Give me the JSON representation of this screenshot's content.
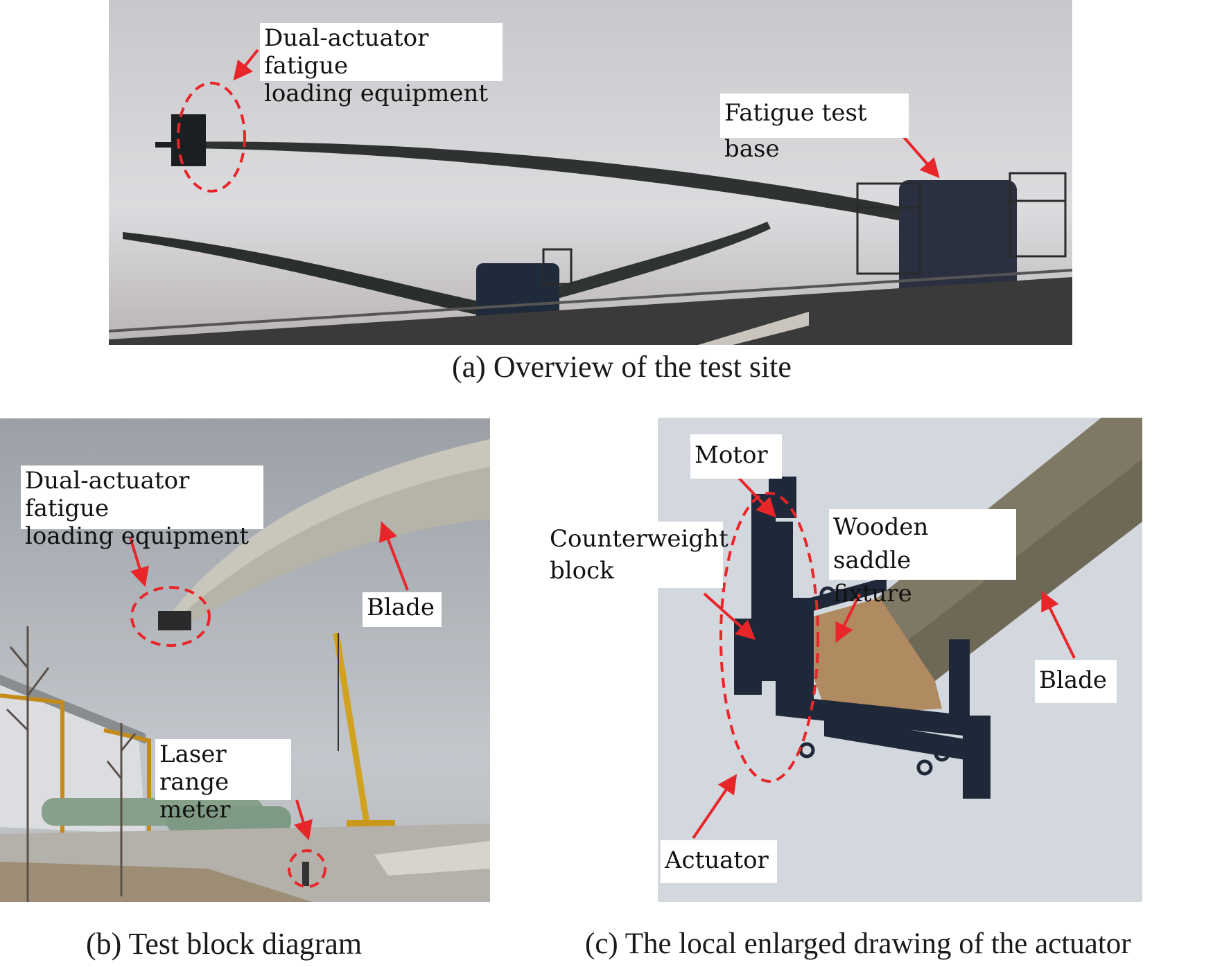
{
  "panels": {
    "a": {
      "caption": "(a) Overview of the test site",
      "labels": {
        "equipment": "Dual-actuator fatigue\nloading equipment",
        "base": "Fatigue test base"
      }
    },
    "b": {
      "caption": "(b) Test block diagram",
      "labels": {
        "equipment": "Dual-actuator fatigue\nloading equipment",
        "blade": "Blade",
        "laser": "Laser range\nmeter"
      }
    },
    "c": {
      "caption": "(c) The local enlarged drawing of the actuator",
      "labels": {
        "motor": "Motor",
        "counterweight": "Counterweight\nblock",
        "saddle": "Wooden saddle\nfixture",
        "blade": "Blade",
        "actuator": "Actuator"
      }
    }
  },
  "colors": {
    "annotation": "#e8262a",
    "sky_a": "#d9d9dc",
    "sky_b": "#aeb3b8",
    "sky_c": "#d3d7de",
    "steel": "#1f2a3a"
  }
}
